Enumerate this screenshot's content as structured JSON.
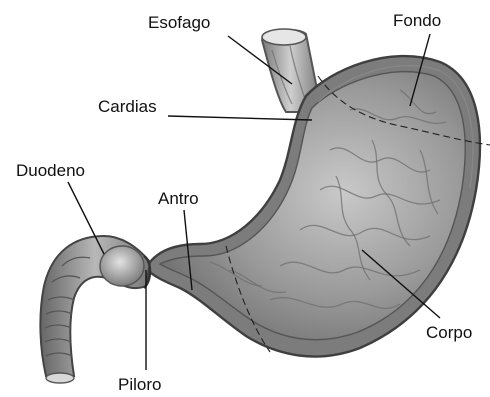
{
  "labels": {
    "esofago": "Esofago",
    "fondo": "Fondo",
    "cardias": "Cardias",
    "duodeno": "Duodeno",
    "antro": "Antro",
    "corpo": "Corpo",
    "piloro": "Piloro"
  },
  "colors": {
    "wall_dark": "#5e5e5e",
    "wall_mid": "#a7a7a7",
    "lumen": "#8f8f8f",
    "lumen_light": "#c8c8c8",
    "text": "#111111",
    "background": "#ffffff"
  }
}
